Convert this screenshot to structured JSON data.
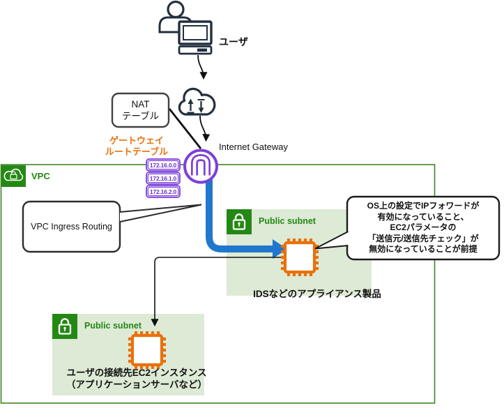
{
  "colors": {
    "green": "#248814",
    "green_border": "#3F8624",
    "subnet_bg": "#DDEAD5",
    "orange": "#E8710D",
    "purple": "#7D3FD9",
    "blue": "#2078CE",
    "navy": "#232F3E"
  },
  "user": {
    "label": "ユーザ"
  },
  "nat_box": {
    "line1": "NAT",
    "line2": "テーブル"
  },
  "gateway_route_table": {
    "title_line1": "ゲートウェイ",
    "title_line2": "ルートテーブル",
    "entries": [
      "172.16.0.0",
      "172.16.1.0",
      "172.16.2.0"
    ]
  },
  "internet_gateway": {
    "label": "Internet Gateway"
  },
  "vpc": {
    "label": "VPC"
  },
  "vpc_ingress_callout": {
    "text": "VPC Ingress Routing"
  },
  "appliance_subnet": {
    "label": "Public subnet",
    "caption": "IDSなどのアプライアンス製品"
  },
  "user_subnet": {
    "label": "Public subnet",
    "caption_line1": "ユーザの接続先EC2インスタンス",
    "caption_line2": "（アプリケーションサーバなど）"
  },
  "os_note_callout": {
    "lines": [
      "OS上の設定でIPフォワードが",
      "有効になっていること、",
      "EC2パラメータの",
      "「送信元/送信先チェック」が",
      "無効になっていることが前提"
    ]
  }
}
